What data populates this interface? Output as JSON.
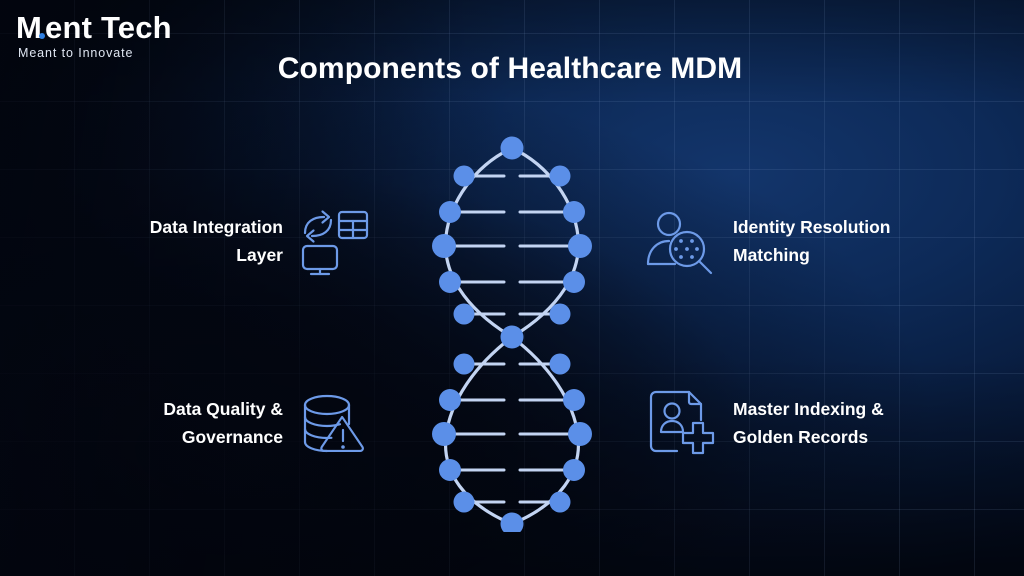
{
  "brand": {
    "name_part1": "M",
    "name_part2": "ent Tech",
    "tagline": "Meant to Innovate",
    "dot_color": "#2f7fe0",
    "text_color": "#ffffff"
  },
  "header": {
    "title": "Components of Healthcare MDM"
  },
  "theme": {
    "background_dark": "#030611",
    "background_blue": "#13356b",
    "grid_line": "rgba(150,180,225,0.115)",
    "icon_stroke": "#6d9ae8",
    "dna_node": "#5b8fe8",
    "dna_strand": "#c3d4f2",
    "label_text": "#ffffff"
  },
  "components": [
    {
      "id": "data-integration",
      "label": "Data Integration\nLayer",
      "icon": "data-integration-icon",
      "icon_description": "monitor with spreadsheet table and exchange arrows",
      "side": "left",
      "row": "top"
    },
    {
      "id": "identity-resolution",
      "label": "Identity Resolution\nMatching",
      "icon": "identity-resolution-icon",
      "icon_description": "person with magnifying glass containing data points",
      "side": "right",
      "row": "top"
    },
    {
      "id": "data-quality",
      "label": "Data Quality &\nGovernance",
      "icon": "data-quality-icon",
      "icon_description": "database cylinder with warning triangle",
      "side": "left",
      "row": "bottom"
    },
    {
      "id": "master-indexing",
      "label": "Master Indexing &\nGolden Records",
      "icon": "master-indexing-icon",
      "icon_description": "patient record document with medical cross",
      "side": "right",
      "row": "bottom"
    }
  ],
  "center_graphic": {
    "name": "dna-double-helix",
    "description": "Blue DNA double helix with two lens-shaped lobes connected by a central node",
    "lobes": 2,
    "nodes_total": 23,
    "rungs_per_lobe": 5
  }
}
